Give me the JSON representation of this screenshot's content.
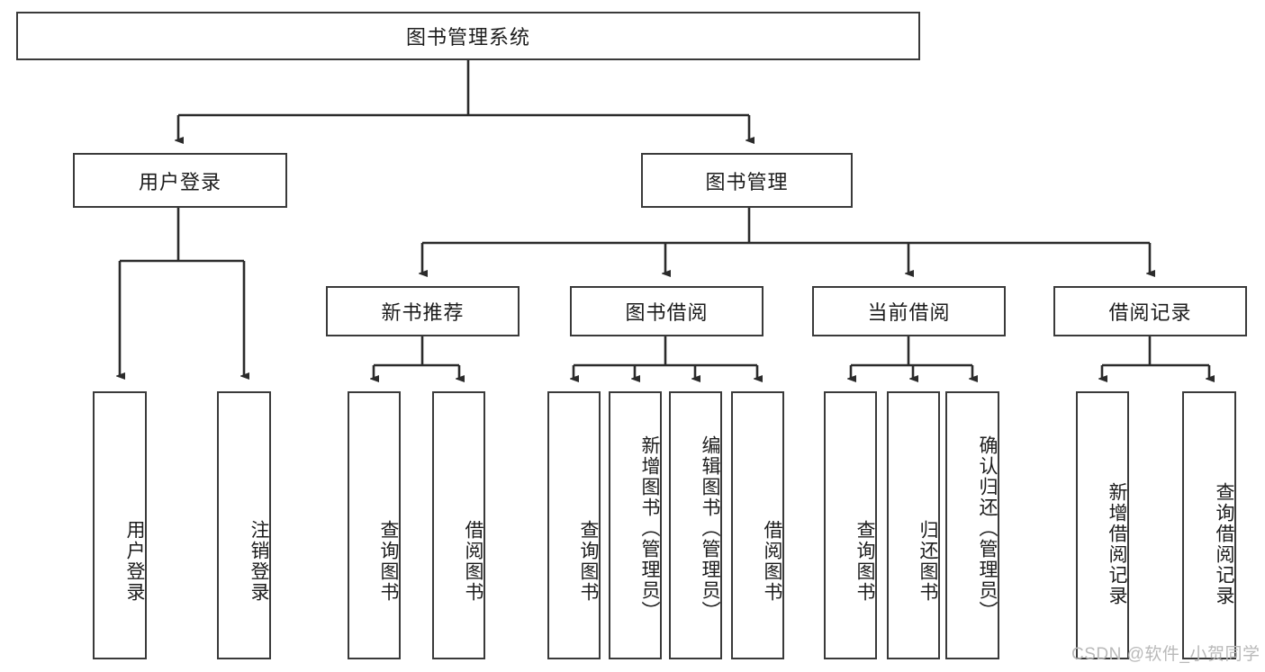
{
  "diagram": {
    "type": "tree",
    "orientation": "top-down",
    "title": "图书管理系统",
    "colors": {
      "box_border": "#3a3a3a",
      "box_fill": "#ffffff",
      "edge": "#2b2b2b",
      "text": "#1c1c1c",
      "watermark": "#b9b9b9",
      "canvas": "#ffffff"
    },
    "root": {
      "label": "图书管理系统",
      "level": 0
    },
    "level1": [
      {
        "label": "用户登录"
      },
      {
        "label": "图书管理"
      }
    ],
    "level2": [
      {
        "label": "新书推荐",
        "parent": "图书管理"
      },
      {
        "label": "图书借阅",
        "parent": "图书管理"
      },
      {
        "label": "当前借阅",
        "parent": "图书管理"
      },
      {
        "label": "借阅记录",
        "parent": "图书管理"
      }
    ],
    "leaves_user_login": [
      {
        "label": "用户登录"
      },
      {
        "label": "注销登录"
      }
    ],
    "leaves_new_book": [
      {
        "label": "查询图书"
      },
      {
        "label": "借阅图书"
      }
    ],
    "leaves_borrow": [
      {
        "label": "查询图书"
      },
      {
        "label": "新增图书（管理员）"
      },
      {
        "label": "编辑图书（管理员）"
      },
      {
        "label": "借阅图书"
      }
    ],
    "leaves_current": [
      {
        "label": "查询图书"
      },
      {
        "label": "归还图书"
      },
      {
        "label": "确认归还（管理员）"
      }
    ],
    "leaves_records": [
      {
        "label": "新增借阅记录"
      },
      {
        "label": "查询借阅记录"
      }
    ]
  },
  "watermark": {
    "text": "CSDN @软件_小贺同学"
  }
}
